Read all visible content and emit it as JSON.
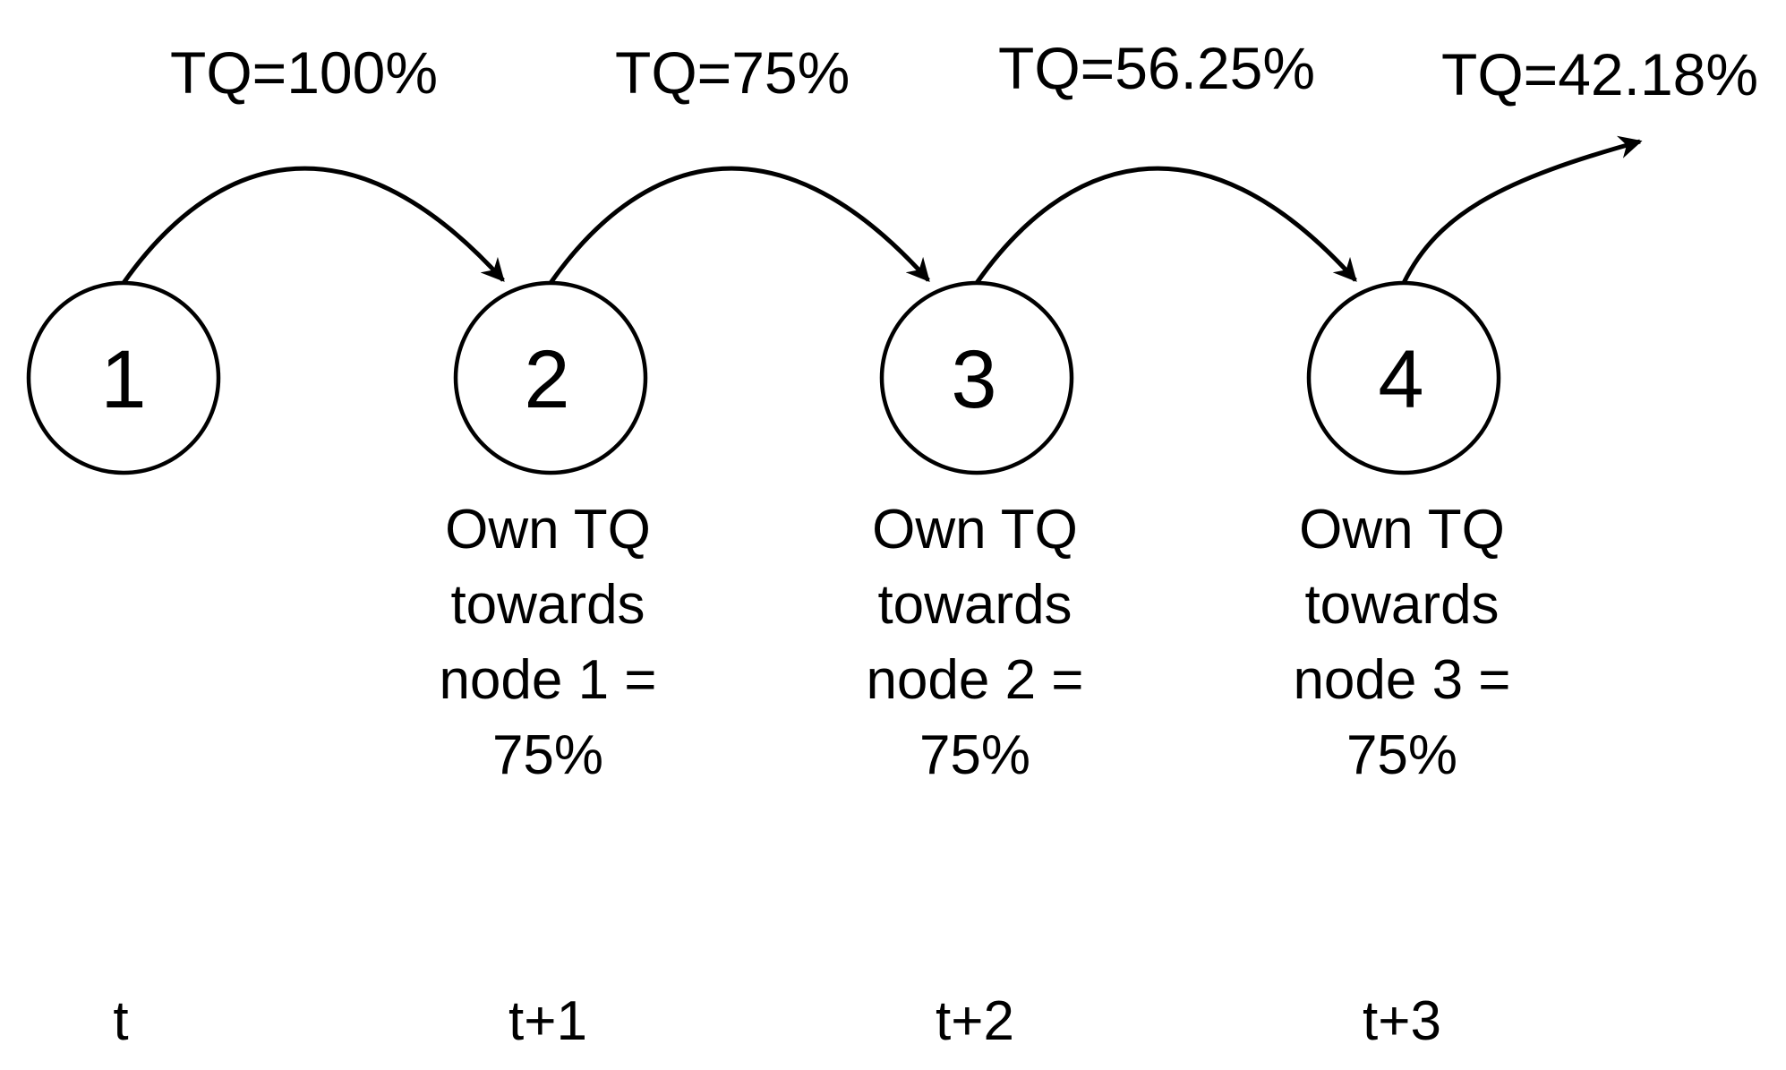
{
  "diagram": {
    "nodes": [
      {
        "label": "1",
        "time": "t"
      },
      {
        "label": "2",
        "time": "t+1"
      },
      {
        "label": "3",
        "time": "t+2"
      },
      {
        "label": "4",
        "time": "t+3"
      }
    ],
    "edges": [
      {
        "from": "1",
        "to": "2",
        "label": "TQ=100%"
      },
      {
        "from": "2",
        "to": "3",
        "label": "TQ=75%"
      },
      {
        "from": "3",
        "to": "4",
        "label": "TQ=56.25%"
      },
      {
        "from": "4",
        "to": "",
        "label": "TQ=42.18%"
      }
    ],
    "own_tq_notes": [
      {
        "node": "2",
        "lines": [
          "Own TQ",
          "towards",
          "node 1 =",
          "75%"
        ]
      },
      {
        "node": "3",
        "lines": [
          "Own TQ",
          "towards",
          "node 2 =",
          "75%"
        ]
      },
      {
        "node": "4",
        "lines": [
          "Own TQ",
          "towards",
          "node 3 =",
          "75%"
        ]
      }
    ],
    "colors": {
      "stroke": "#000000",
      "text": "#000000",
      "node_fill": "#ffffff",
      "background": "#ffffff"
    }
  }
}
